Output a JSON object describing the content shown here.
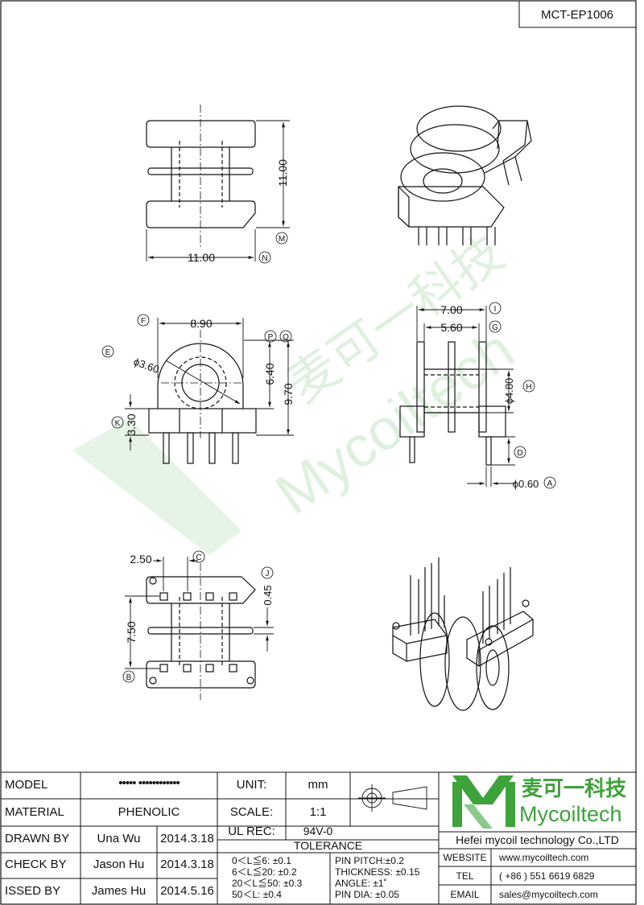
{
  "drawing_number": "MCT-EP1006",
  "watermark": {
    "cn_text": "麦可一科技",
    "en_text": "Mycoiltech"
  },
  "dimensions": {
    "height_top": "11.00",
    "width_top": "11.00",
    "flange_width": "8.90",
    "bore_dia": "ϕ3.60",
    "hole_height": "6.40",
    "total_height": "9.70",
    "base_height": "3.30",
    "side_outer": "7.00",
    "side_inner": "5.60",
    "core_dia": "ϕ4.80",
    "pin_dia": "ϕ0.60",
    "pin_pitch": "2.50",
    "row_spacing": "7.50",
    "pin_offset": "0.45"
  },
  "markers": [
    "M",
    "N",
    "F",
    "E",
    "P",
    "Q",
    "K",
    "I",
    "G",
    "H",
    "D",
    "A",
    "C",
    "J",
    "B"
  ],
  "title_block": {
    "model_label": "MODEL",
    "model_value": "••••• ••••••••••••",
    "material_label": "MATERIAL",
    "material_value": "PHENOLIC",
    "drawn_label": "DRAWN BY",
    "drawn_name": "Una Wu",
    "drawn_date": "2014.3.18",
    "check_label": "CHECK BY",
    "check_name": "Jason Hu",
    "check_date": "2014.3.18",
    "issued_label": "ISSED BY",
    "issued_name": "James Hu",
    "issued_date": "2014.5.16",
    "unit_label": "UNIT:",
    "unit_value": "mm",
    "scale_label": "SCALE:",
    "scale_value": "1:1",
    "ulrec_label": "UL REC:",
    "ulrec_value": "94V-0",
    "tolerance_label": "TOLERANCE",
    "tol_1": "0＜L≦6:  ±0.1",
    "tol_2": "6＜L≦20:  ±0.2",
    "tol_3": "20＜L≦50:  ±0.3",
    "tol_4": "50＜L:  ±0.4",
    "pin_pitch_tol": "PIN PITCH:±0.2",
    "thickness_tol": "THICKNESS:  ±0.15",
    "angle_tol": "ANGLE:  ±1˚",
    "pin_dia_tol": "PIN DIA:  ±0.05",
    "logo_cn": "麦可一科技",
    "logo_en": "Mycoiltech",
    "company": "Hefei mycoil technology Co.,LTD",
    "website_label": "WEBSITE",
    "website_value": "www.mycoiltech.com",
    "tel_label": "TEL",
    "tel_value": "( +86 ) 551 6619 6829",
    "email_label": "EMAIL",
    "email_value": "sales@mycoiltech.com"
  },
  "colors": {
    "logo_green": "#3da33a",
    "line": "#111111",
    "watermark": "#cfe9cf"
  }
}
